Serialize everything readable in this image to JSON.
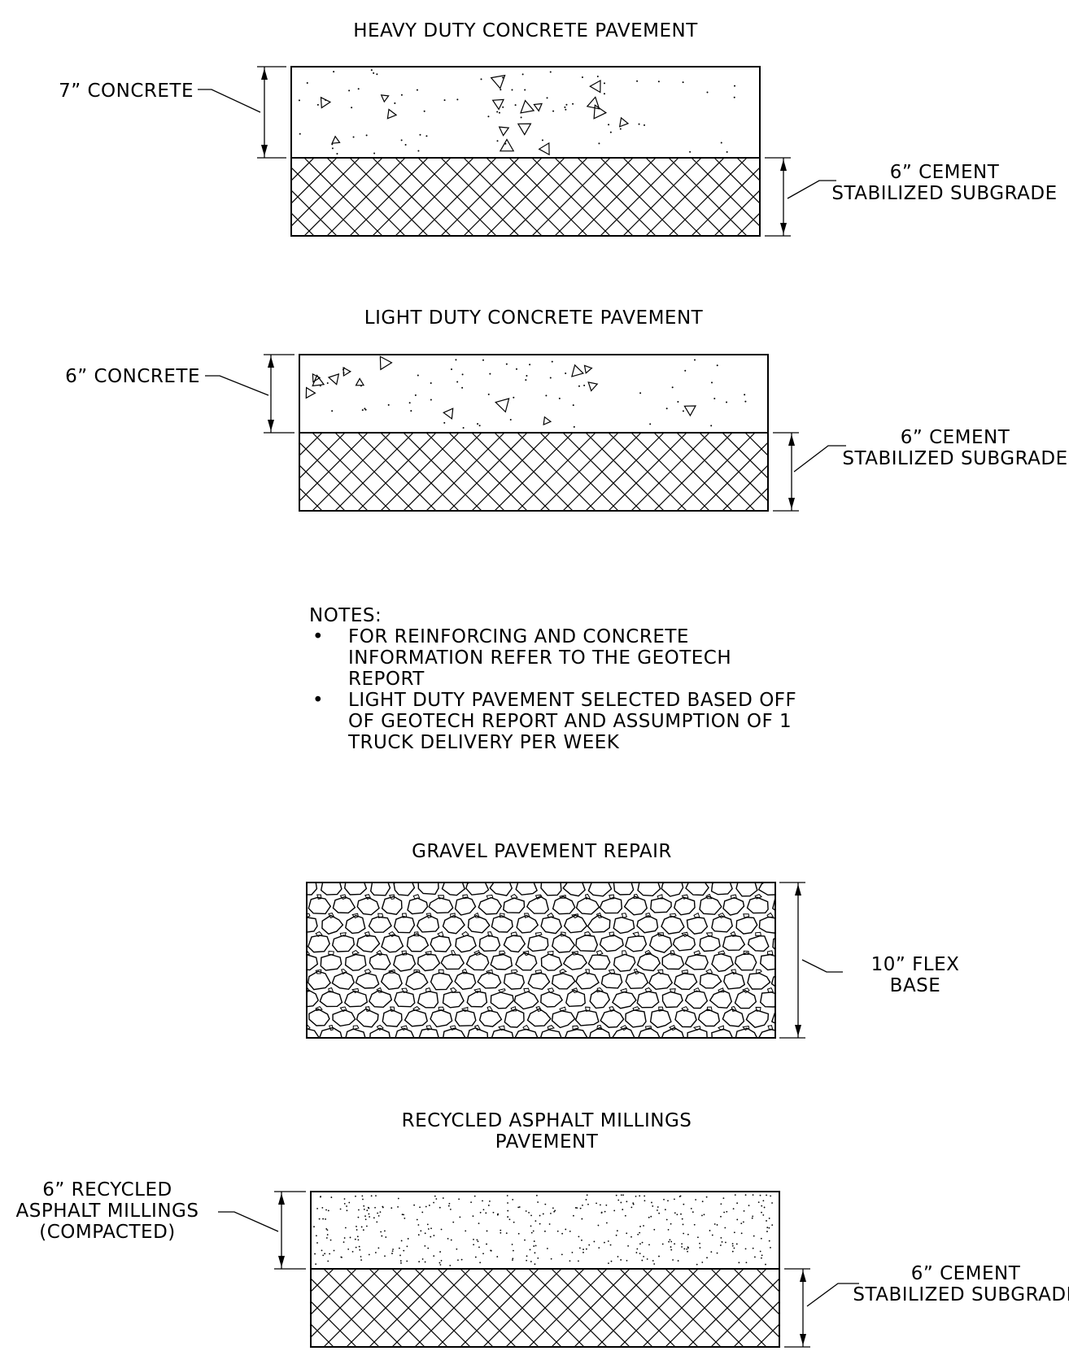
{
  "sections": {
    "heavy": {
      "title": "HEAVY DUTY CONCRETE PAVEMENT",
      "left_label": [
        "7” CONCRETE"
      ],
      "right_label": [
        "6” CEMENT",
        "STABILIZED SUBGRADE"
      ]
    },
    "light": {
      "title": "LIGHT DUTY CONCRETE PAVEMENT",
      "left_label": [
        "6” CONCRETE"
      ],
      "right_label": [
        "6” CEMENT",
        "STABILIZED SUBGRADE"
      ]
    },
    "gravel": {
      "title": "GRAVEL PAVEMENT REPAIR",
      "right_label": [
        "10” FLEX",
        "BASE"
      ]
    },
    "asphalt": {
      "title": [
        "RECYCLED ASPHALT MILLINGS",
        "PAVEMENT"
      ],
      "left_label": [
        "6” RECYCLED",
        "ASPHALT MILLINGS",
        "(COMPACTED)"
      ],
      "right_label": [
        "6” CEMENT",
        "STABILIZED SUBGRADE"
      ]
    }
  },
  "notes": {
    "heading": "NOTES:",
    "bullet_symbol": "•",
    "items": [
      [
        "FOR REINFORCING AND CONCRETE",
        "INFORMATION REFER TO THE GEOTECH",
        "REPORT"
      ],
      [
        "LIGHT DUTY PAVEMENT SELECTED BASED OFF",
        "OF GEOTECH REPORT AND ASSUMPTION OF 1",
        "TRUCK DELIVERY PER WEEK"
      ]
    ]
  }
}
